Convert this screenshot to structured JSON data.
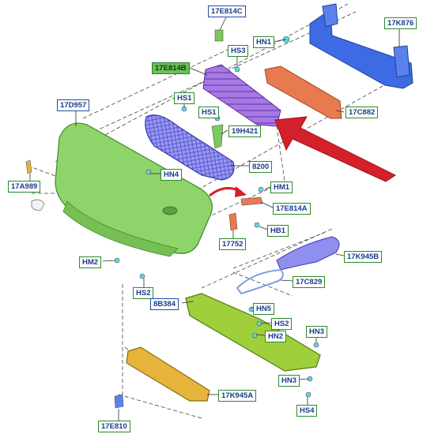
{
  "callouts": {
    "c17E814C": "17E814C",
    "cHN1": "HN1",
    "c17K876": "17K876",
    "cHS3": "HS3",
    "c17E814B": "17E814B",
    "c17D957": "17D957",
    "cHS1a": "HS1",
    "cHS1b": "HS1",
    "c17C882": "17C882",
    "c19H421": "19H421",
    "c8200": "8200",
    "c17A989": "17A989",
    "cHN4": "HN4",
    "cHM1": "HM1",
    "c17E814A": "17E814A",
    "cHB1": "HB1",
    "c17752": "17752",
    "c17K945B": "17K945B",
    "cHM2": "HM2",
    "c17C829": "17C829",
    "cHS2a": "HS2",
    "c8B384": "8B384",
    "cHN5": "HN5",
    "cHS2b": "HS2",
    "cHN2": "HN2",
    "cHN3a": "HN3",
    "cHN3b": "HN3",
    "cHS4": "HS4",
    "c17K945A": "17K945A",
    "c17E810": "17E810"
  },
  "colors": {
    "bumper_cover": "#8fd36b",
    "grille": "#8f8ff0",
    "upper_bracket": "#a374e0",
    "reinforcement": "#3e6be3",
    "absorber": "#e87a50",
    "splash_shield": "#9fcf3a",
    "lower_absorber": "#e6b43a",
    "lamp_bezel": "#8f8ff0",
    "arrow": "#d4202a"
  }
}
